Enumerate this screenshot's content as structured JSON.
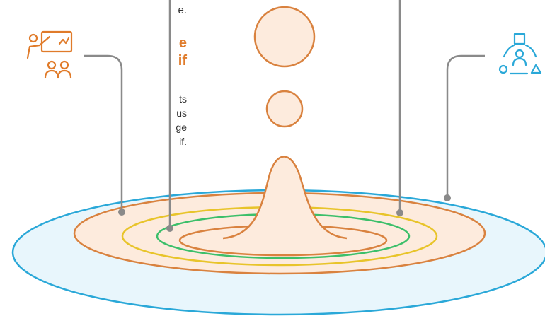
{
  "colors": {
    "orange": "#E07B2A",
    "blue": "#2AA8D8",
    "yellow": "#E8C42A",
    "green": "#3CBF6A",
    "connector_gray": "#8A8A8A",
    "fill_peach": "#FDEBDD",
    "fill_light_blue": "#E8F6FC"
  },
  "left_panel": {
    "top_fragment": "e.",
    "heading_lines": [
      "e",
      "if"
    ],
    "body_lines": [
      "ts",
      "us",
      "ge",
      "if."
    ],
    "icon": "presentation-teacher-icon"
  },
  "right_panel": {
    "icon": "shapes-community-icon"
  }
}
